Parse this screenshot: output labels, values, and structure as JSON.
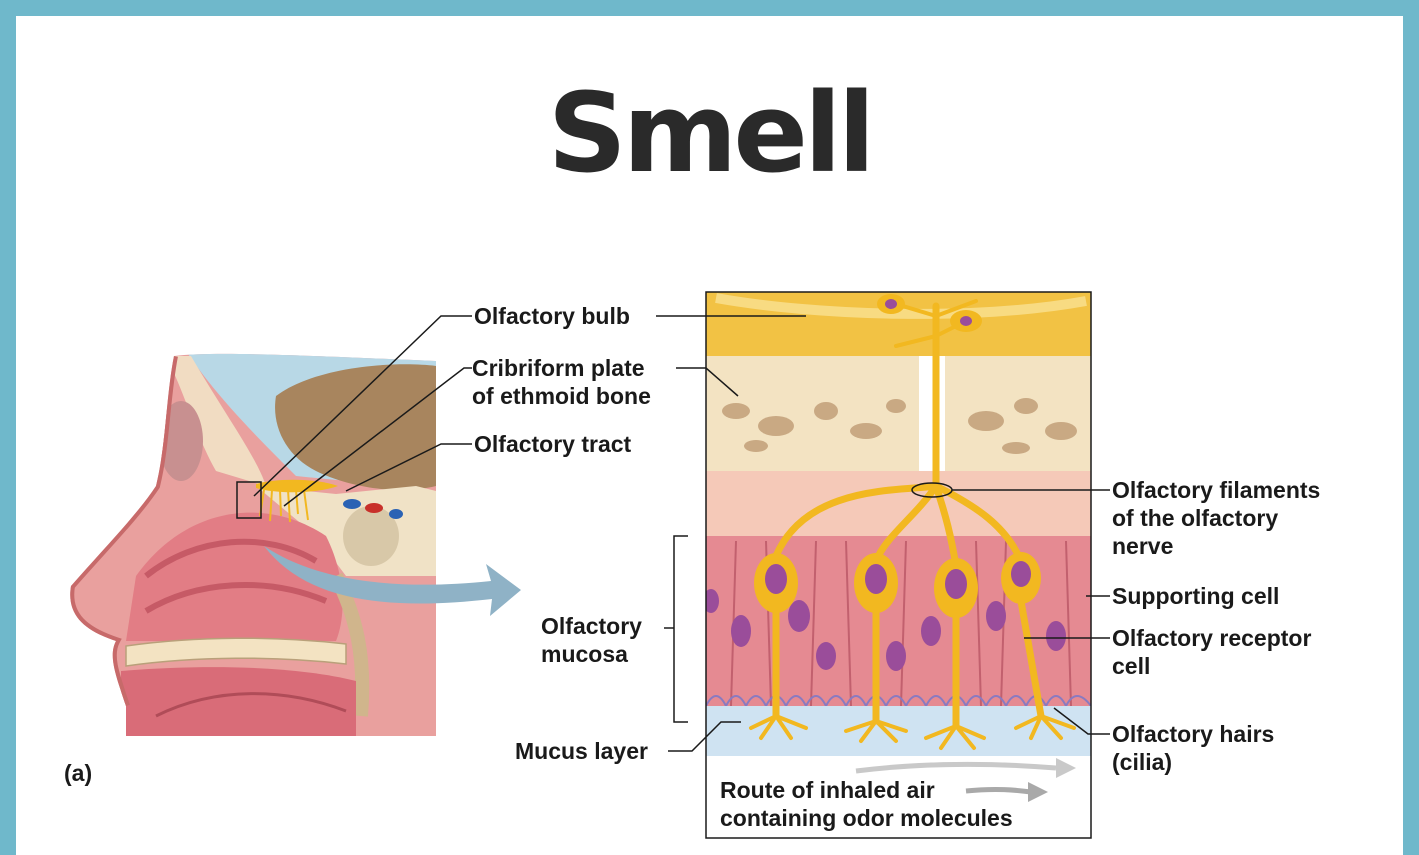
{
  "title": "Smell",
  "panel_label": "(a)",
  "labels": {
    "olfactory_bulb": "Olfactory bulb",
    "cribriform_line1": "Cribriform plate",
    "cribriform_line2": "of ethmoid bone",
    "olfactory_tract": "Olfactory tract",
    "mucosa_line1": "Olfactory",
    "mucosa_line2": "mucosa",
    "mucus_layer": "Mucus layer",
    "filaments_line1": "Olfactory filaments",
    "filaments_line2": "of the olfactory",
    "filaments_line3": "nerve",
    "supporting_cell": "Supporting cell",
    "receptor_line1": "Olfactory receptor",
    "receptor_line2": "cell",
    "hairs_line1": "Olfactory hairs",
    "hairs_line2": "(cilia)",
    "route_line1": "Route of inhaled air",
    "route_line2": "containing odor molecules"
  },
  "colors": {
    "frame": "#6fb8cb",
    "nerve": "#f2b820",
    "bone": "#f3e3c2",
    "tissue": "#e58a92",
    "nucleus": "#9a4d9a",
    "mucus": "#cfe3f2"
  }
}
